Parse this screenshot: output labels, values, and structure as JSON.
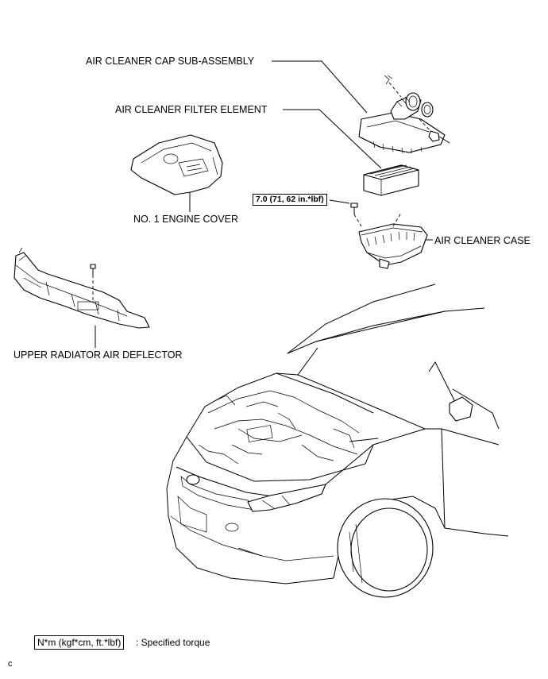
{
  "labels": {
    "cap": "AIR CLEANER CAP SUB-ASSEMBLY",
    "filter": "AIR CLEANER FILTER ELEMENT",
    "engine_cover": "NO. 1 ENGINE COVER",
    "case": "AIR CLEANER CASE",
    "deflector": "UPPER RADIATOR AIR DEFLECTOR"
  },
  "torque": "7.0 (71, 62 in.*lbf)",
  "legend": {
    "box": "N*m (kgf*cm, ft.*lbf)",
    "text": ": Specified torque"
  },
  "corner_mark": "c"
}
